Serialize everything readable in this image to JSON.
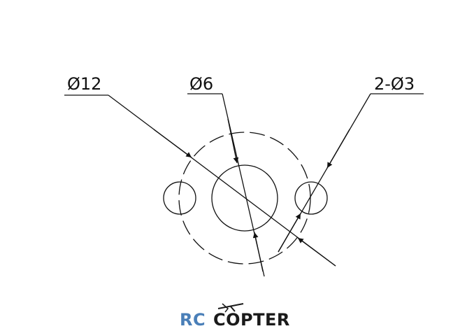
{
  "dimensions": {
    "outer_circle": "Ø12",
    "center_hole": "Ø6",
    "side_holes": "2-Ø3"
  },
  "logo": {
    "prefix": "RC",
    "name": "COPTER"
  },
  "colors": {
    "line": "#111111",
    "logo_blue": "#4a7fb8",
    "logo_dark": "#1a1a1a"
  }
}
